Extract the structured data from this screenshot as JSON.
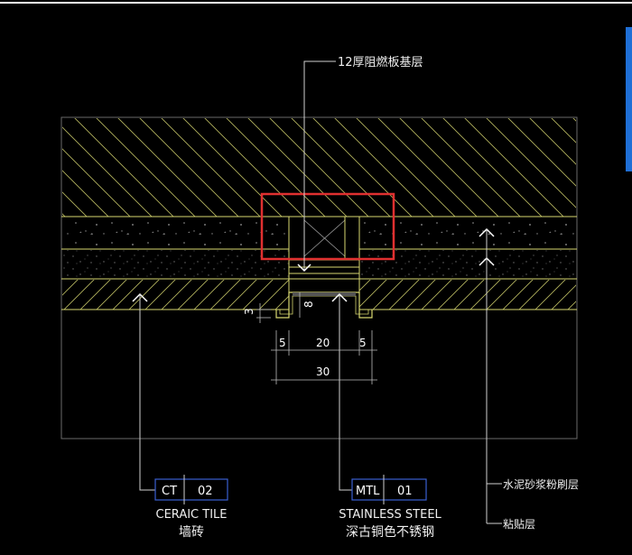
{
  "callouts": {
    "top_base_layer": "12厚阻燃板基层",
    "cement_mortar": "水泥砂浆粉刷层",
    "adhesive_layer": "粘贴层"
  },
  "tags": {
    "tile": {
      "code": "CT",
      "number": "02",
      "name_en": "CERAIC TILE",
      "name_cn": "墙砖"
    },
    "metal": {
      "code": "MTL",
      "number": "01",
      "name_en": "STAINLESS STEEL",
      "name_cn": "深古铜色不锈钢"
    }
  },
  "dimensions": {
    "left_gap": "5",
    "channel_width": "20",
    "right_gap": "5",
    "total_width": "30",
    "left_height": "3",
    "channel_depth": "8"
  },
  "colors": {
    "background": "#000000",
    "lines": "#d8d870",
    "highlight_box": "#e03030",
    "tag_border": "#3a5fd0",
    "text": "#f0f0f0",
    "accent_bar": "#1f6fd6"
  }
}
